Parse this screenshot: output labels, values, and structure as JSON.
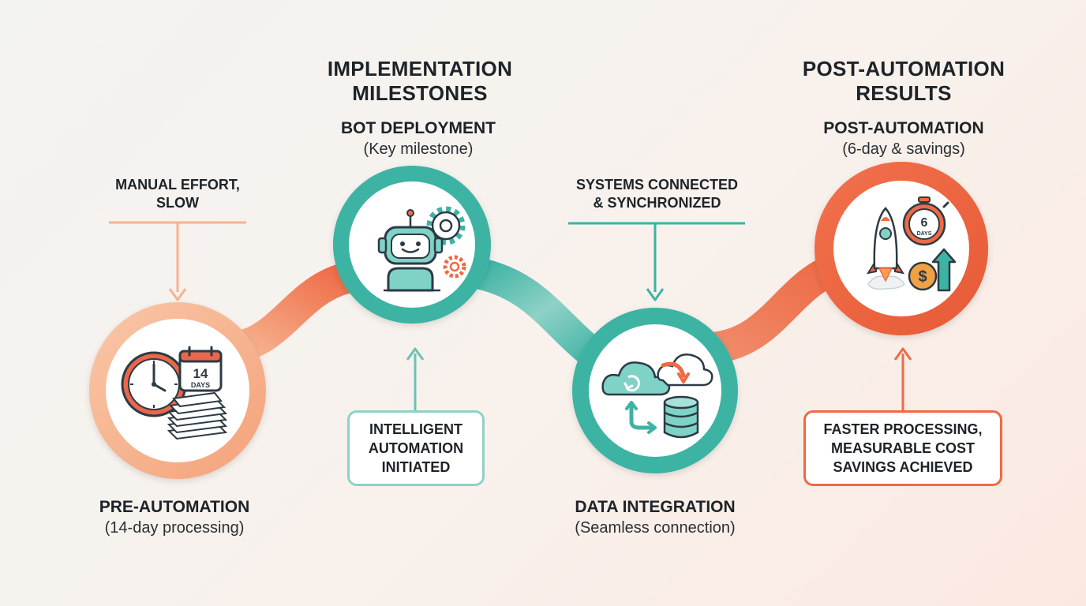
{
  "headers": {
    "implementation": [
      "IMPLEMENTATION",
      "MILESTONES"
    ],
    "post": [
      "POST-AUTOMATION",
      "RESULTS"
    ]
  },
  "stages": {
    "pre": {
      "title": "PRE-AUTOMATION",
      "subtitle": "(14-day processing)",
      "calendar_number": "14",
      "calendar_unit": "DAYS",
      "annotation": [
        "MANUAL EFFORT,",
        "SLOW"
      ]
    },
    "bot": {
      "title": "BOT DEPLOYMENT",
      "subtitle": "(Key milestone)",
      "annotation": [
        "INTELLIGENT",
        "AUTOMATION",
        "INITIATED"
      ]
    },
    "data": {
      "title": "DATA INTEGRATION",
      "subtitle": "(Seamless connection)",
      "annotation": [
        "SYSTEMS CONNECTED",
        "& SYNCHRONIZED"
      ]
    },
    "post": {
      "title": "POST-AUTOMATION",
      "subtitle": "(6-day & savings)",
      "timer_number": "6",
      "timer_unit": "DAYS",
      "annotation": [
        "FASTER PROCESSING,",
        "MEASURABLE COST",
        "SAVINGS ACHIEVED"
      ]
    }
  },
  "colors": {
    "peach": "#f6b48f",
    "coral": "#ee6a45",
    "teal": "#3db3a4",
    "dark_teal": "#2a8f86",
    "navy": "#2d3a45"
  },
  "icons": [
    "clock-icon",
    "calendar-icon",
    "paper-stack-icon",
    "robot-icon",
    "gear-icon",
    "cloud-icon",
    "database-icon",
    "sync-arrows-icon",
    "rocket-icon",
    "stopwatch-icon",
    "dollar-icon",
    "up-arrow-icon"
  ]
}
